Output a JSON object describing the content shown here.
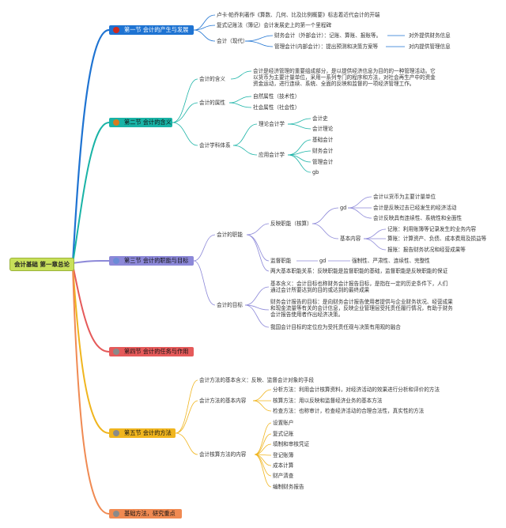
{
  "root": "会计基础 第一章总论",
  "sections": {
    "s1": {
      "label": "第一节 会计的产生与发展",
      "color": "#1e73d2",
      "dot": "#d02a1e",
      "n1": "卢卡·帕乔利著作《算数、几何、比及比例概要》标志着近代会计的开端",
      "n2": "复式记账法（簿记）会计发展史上的第一个里程碑",
      "n3": "会计（现代）",
      "n3a": "财务会计（外部会计）：记账、算账、报账等。",
      "n3a_r": "对外提供财务信息",
      "n3b": "管理会计(内部会计）：提出预测和决策方案等",
      "n3b_r": "对内提供管理信息"
    },
    "s2": {
      "label": "第二节 会计的含义",
      "color": "#19b3a6",
      "dot": "#d87b1e",
      "c1": "会计的含义",
      "c1_text": "会计是经济管理的重要组成部分，是以提供经济信息为目的的一种管理活动。它以货币为主要计量单位，采用一系列专门的程序和方法，对社会再生产中的资金资金运动，进行连续、系统、全面的反映和监督的一项经济管理工作。",
      "c2": "会计的属性",
      "c2a": "自然属性（技术性）",
      "c2b": "社会属性（社会性）",
      "c3": "会计学科体系",
      "c3a": "理论会计学",
      "c3a1": "会计史",
      "c3a2": "会计理论",
      "c3b": "应用会计学",
      "c3b1": "基础会计",
      "c3b2": "财务会计",
      "c3b3": "管理会计",
      "c3b4": "gb"
    },
    "s3": {
      "label": "第三节 会计的职能与目标",
      "color": "#8c88d8",
      "dot": "#6b8cd6",
      "f": "会计的职能",
      "f1": "反映职能（核算）",
      "f1gd": "gd",
      "f1a": "会计以货币为主要计量单位",
      "f1b": "会计是反映过去已经发生的经济活动",
      "f1c": "会计反映具有连续性、系统性和全面性",
      "f1d": "基本内容",
      "f1d1": "记账：利用账簿等记录发生的业务内容",
      "f1d2": "算账：计算资产、负债、成本费用及损益等",
      "f1d3": "报账：报告财务状况和经营成果等",
      "f2": "监督职能",
      "f2gd": "gd",
      "f2a": "强制性、严肃性、连续性、完整性",
      "f3": "两大基本职能关系：反映职能是监督职能的基础，监督职能是反映职能的保证",
      "g": "会计的目标",
      "g1": "基本含义：会计目标也称财务会计报告目标，是指在一定的历史条件下，人们通过会计所要达到的目的或达到的最终成果",
      "g2": "财务会计报告的目标：是向财务会计报告使用者提供与企业财务状况、经营成果和现金流量等有关的会计信息，反映企业管理层受托责任履行情况，有助于财务会计报告使用者作出经济决策。",
      "g3": "我国会计目标的定位应为受托责任观与决策有用观的融合"
    },
    "s4": {
      "label": "第四节 会计的任务与作用",
      "color": "#e55a5a",
      "dot": "#8a8a8a"
    },
    "s5": {
      "label": "第五节 会计的方法",
      "color": "#f0b51e",
      "dot": "#8a8a8a",
      "m1": "会计方法的基本含义：反映、监督会计对象的手段",
      "m2": "会计方法的基本内容",
      "m2a": "分析方法：利用会计核算资料，对经济活动的效果进行分析和评价的方法",
      "m2b": "核算方法：用以反映和监督经济业务的基本方法",
      "m2c": "检查方法：也称审计，检查经济活动的合理合法性，真实性的方法",
      "m3": "会计核算方法的内容",
      "m3a": "设置账户",
      "m3b": "复式记账",
      "m3c": "填制和审核凭证",
      "m3d": "登记账簿",
      "m3e": "成本计算",
      "m3f": "财产清查",
      "m3g": "编制财务报告"
    },
    "s6": {
      "label": "基础方法，研究重点",
      "color": "#f08a52",
      "dot": "#8a8a8a"
    }
  }
}
